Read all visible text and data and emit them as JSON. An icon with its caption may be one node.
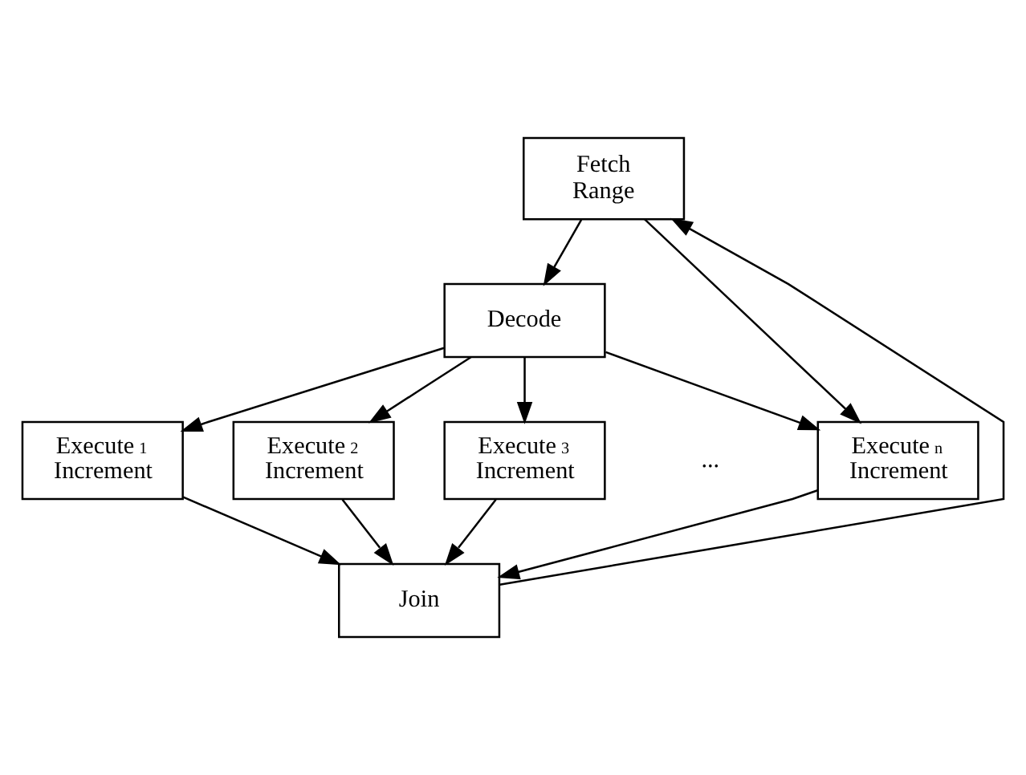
{
  "diagram": {
    "nodes": [
      {
        "text": [
          "Fetch Range"
        ]
      },
      {
        "text": [
          "Decode"
        ]
      },
      {
        "text": [
          "Execute$_{1}$ Increment"
        ]
      },
      {
        "text": [
          "Execute$_{2}$ Increment"
        ]
      },
      {
        "text": [
          "Execute$_{3}$ Increment"
        ]
      },
      {
        "text": [
          "Execute$_{n}$ Increment"
        ]
      },
      {
        "text": [
          "Join"
        ]
      }
    ],
    "edges": [
      {
        "from": 0,
        "to": 1,
        "arrow": "to"
      },
      {
        "from": 0,
        "to": 5,
        "arrow": "to"
      },
      {
        "from": 1,
        "to": 2,
        "arrow": "to"
      },
      {
        "from": 1,
        "to": 3,
        "arrow": "to"
      },
      {
        "from": 1,
        "to": 4,
        "arrow": "to"
      },
      {
        "from": 1,
        "to": 5,
        "arrow": "to"
      },
      {
        "from": 2,
        "to": 6,
        "arrow": "to"
      },
      {
        "from": 3,
        "to": 6,
        "arrow": "to"
      },
      {
        "from": 4,
        "to": 6,
        "arrow": "to"
      },
      {
        "from": 5,
        "to": 6,
        "arrow": "to"
      },
      {
        "from": 6,
        "to": 0,
        "arrow": "to"
      }
    ],
    "labels": [
      "..."
    ]
  }
}
